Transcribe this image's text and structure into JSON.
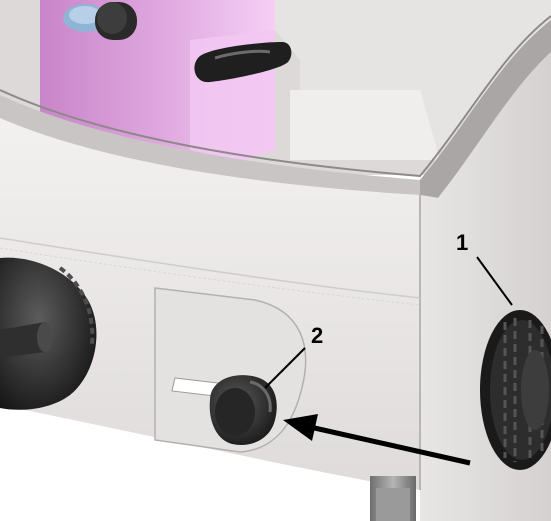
{
  "callouts": [
    {
      "id": "callout-1",
      "label": "1"
    },
    {
      "id": "callout-2",
      "label": "2"
    }
  ],
  "colors": {
    "housing": "#e9e7e6",
    "housing_shadow": "#cfcccb",
    "housing_edge": "#9a9897",
    "stage_block": "#d89ad8",
    "stage_block_light": "#f0c3f0",
    "knob": "#2a2a2a",
    "knob_highlight": "#5a5a5a",
    "blue_knob": "#8fb4d6",
    "metal": "#8c8c8c",
    "arrow": "#000000"
  },
  "icons": {
    "focus_knob": "focus-knob-icon",
    "lever": "lever-icon",
    "arrow": "arrow-icon"
  }
}
